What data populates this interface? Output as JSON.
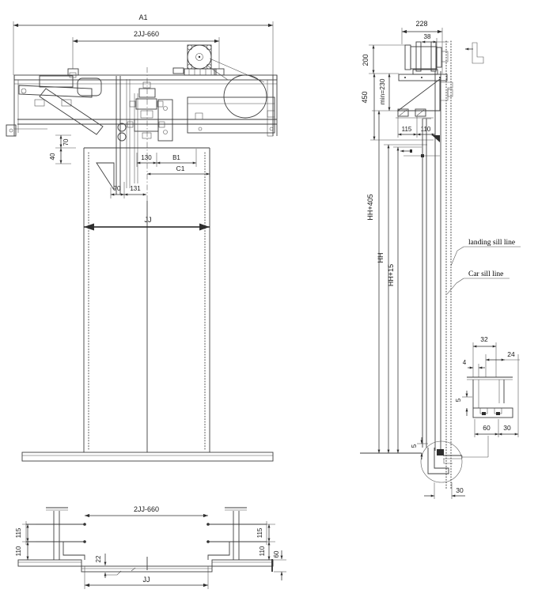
{
  "front_view": {
    "dim_a1": "A1",
    "dim_2jj660": "2JJ-660",
    "dim_70_left": "70",
    "dim_40": "40",
    "dim_130": "130",
    "dim_b1": "B1",
    "dim_c1": "C1",
    "dim_70_bottom": "70",
    "dim_131": "131",
    "dim_jj": "JJ"
  },
  "side_view": {
    "dim_228": "228",
    "dim_38": "38",
    "dim_200": "200",
    "dim_min230": "min=230",
    "dim_450": "450",
    "dim_115": "115",
    "dim_110": "110",
    "dim_hh405": "HH+405",
    "dim_hh": "HH",
    "dim_hh15": "HH+15",
    "label_landing_sill": "landing sill line",
    "label_car_sill": "Car sill line",
    "dim_5_circle": "5",
    "dim_30_bottom": "30"
  },
  "sill_detail": {
    "dim_32": "32",
    "dim_24": "24",
    "dim_4": "4",
    "dim_5": "5",
    "dim_60": "60",
    "dim_30": "30"
  },
  "plan_view": {
    "dim_2jj660": "2JJ-660",
    "dim_115_left": "115",
    "dim_110_left": "110",
    "dim_22": "22",
    "dim_115_right": "115",
    "dim_110_right": "110",
    "dim_60_right": "60",
    "dim_jj": "JJ"
  },
  "colors": {
    "line": "#3d3d3d",
    "dimension": "#2e2e2e",
    "background": "#ffffff"
  }
}
